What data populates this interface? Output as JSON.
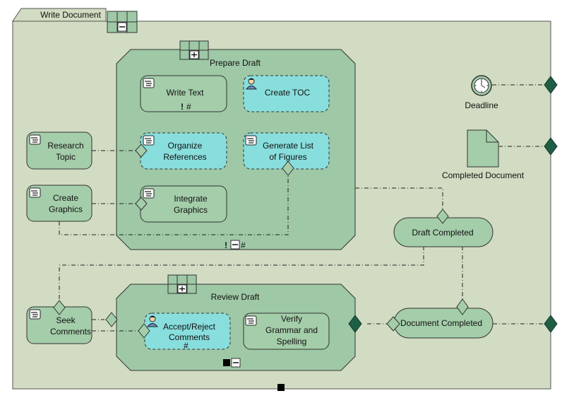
{
  "title": "Write Document",
  "colors": {
    "frame_fill": "#d1dcc2",
    "subprocess_fill": "#9ec8a6",
    "task_fill": "#a4cdaa",
    "user_task_fill": "#88dedd",
    "gateway_dark": "#1e5e44",
    "stroke": "#333333"
  },
  "subprocesses": {
    "prepare": {
      "label": "Prepare Draft"
    },
    "review": {
      "label": "Review Draft"
    }
  },
  "tasks": {
    "write_text": {
      "label": "Write Text",
      "marker": "!#",
      "kind": "manual-task"
    },
    "create_toc": {
      "label": "Create TOC",
      "kind": "user-task"
    },
    "organize_refs": {
      "label": [
        "Organize",
        "References"
      ],
      "kind": "manual-task"
    },
    "gen_figures": {
      "label": [
        "Generate List",
        "of Figures"
      ],
      "kind": "manual-task"
    },
    "integrate_graphics": {
      "label": [
        "Integrate",
        "Graphics"
      ],
      "kind": "manual-task"
    },
    "research_topic": {
      "label": [
        "Research",
        "Topic"
      ],
      "kind": "manual-task"
    },
    "create_graphics": {
      "label": [
        "Create",
        "Graphics"
      ],
      "kind": "manual-task"
    },
    "seek_comments": {
      "label": [
        "Seek",
        "Comments"
      ],
      "kind": "manual-task"
    },
    "accept_reject": {
      "label": [
        "Accept/Reject",
        "Comments"
      ],
      "marker": "#",
      "kind": "user-task"
    },
    "verify_grammar": {
      "label": [
        "Verify",
        "Grammar and",
        "Spelling"
      ],
      "kind": "manual-task"
    }
  },
  "states": {
    "draft_completed": {
      "label": "Draft Completed"
    },
    "document_completed": {
      "label": "Document Completed"
    }
  },
  "events": {
    "deadline": {
      "label": "Deadline",
      "icon": "timer-icon"
    }
  },
  "artifacts": {
    "completed_document": {
      "label": "Completed Document",
      "icon": "document-icon"
    }
  },
  "markers": {
    "prepare_bottom": "!",
    "prepare_bottom_hash": "#",
    "write_text_bang": "!",
    "write_text_hash": "#",
    "accept_hash": "#"
  }
}
